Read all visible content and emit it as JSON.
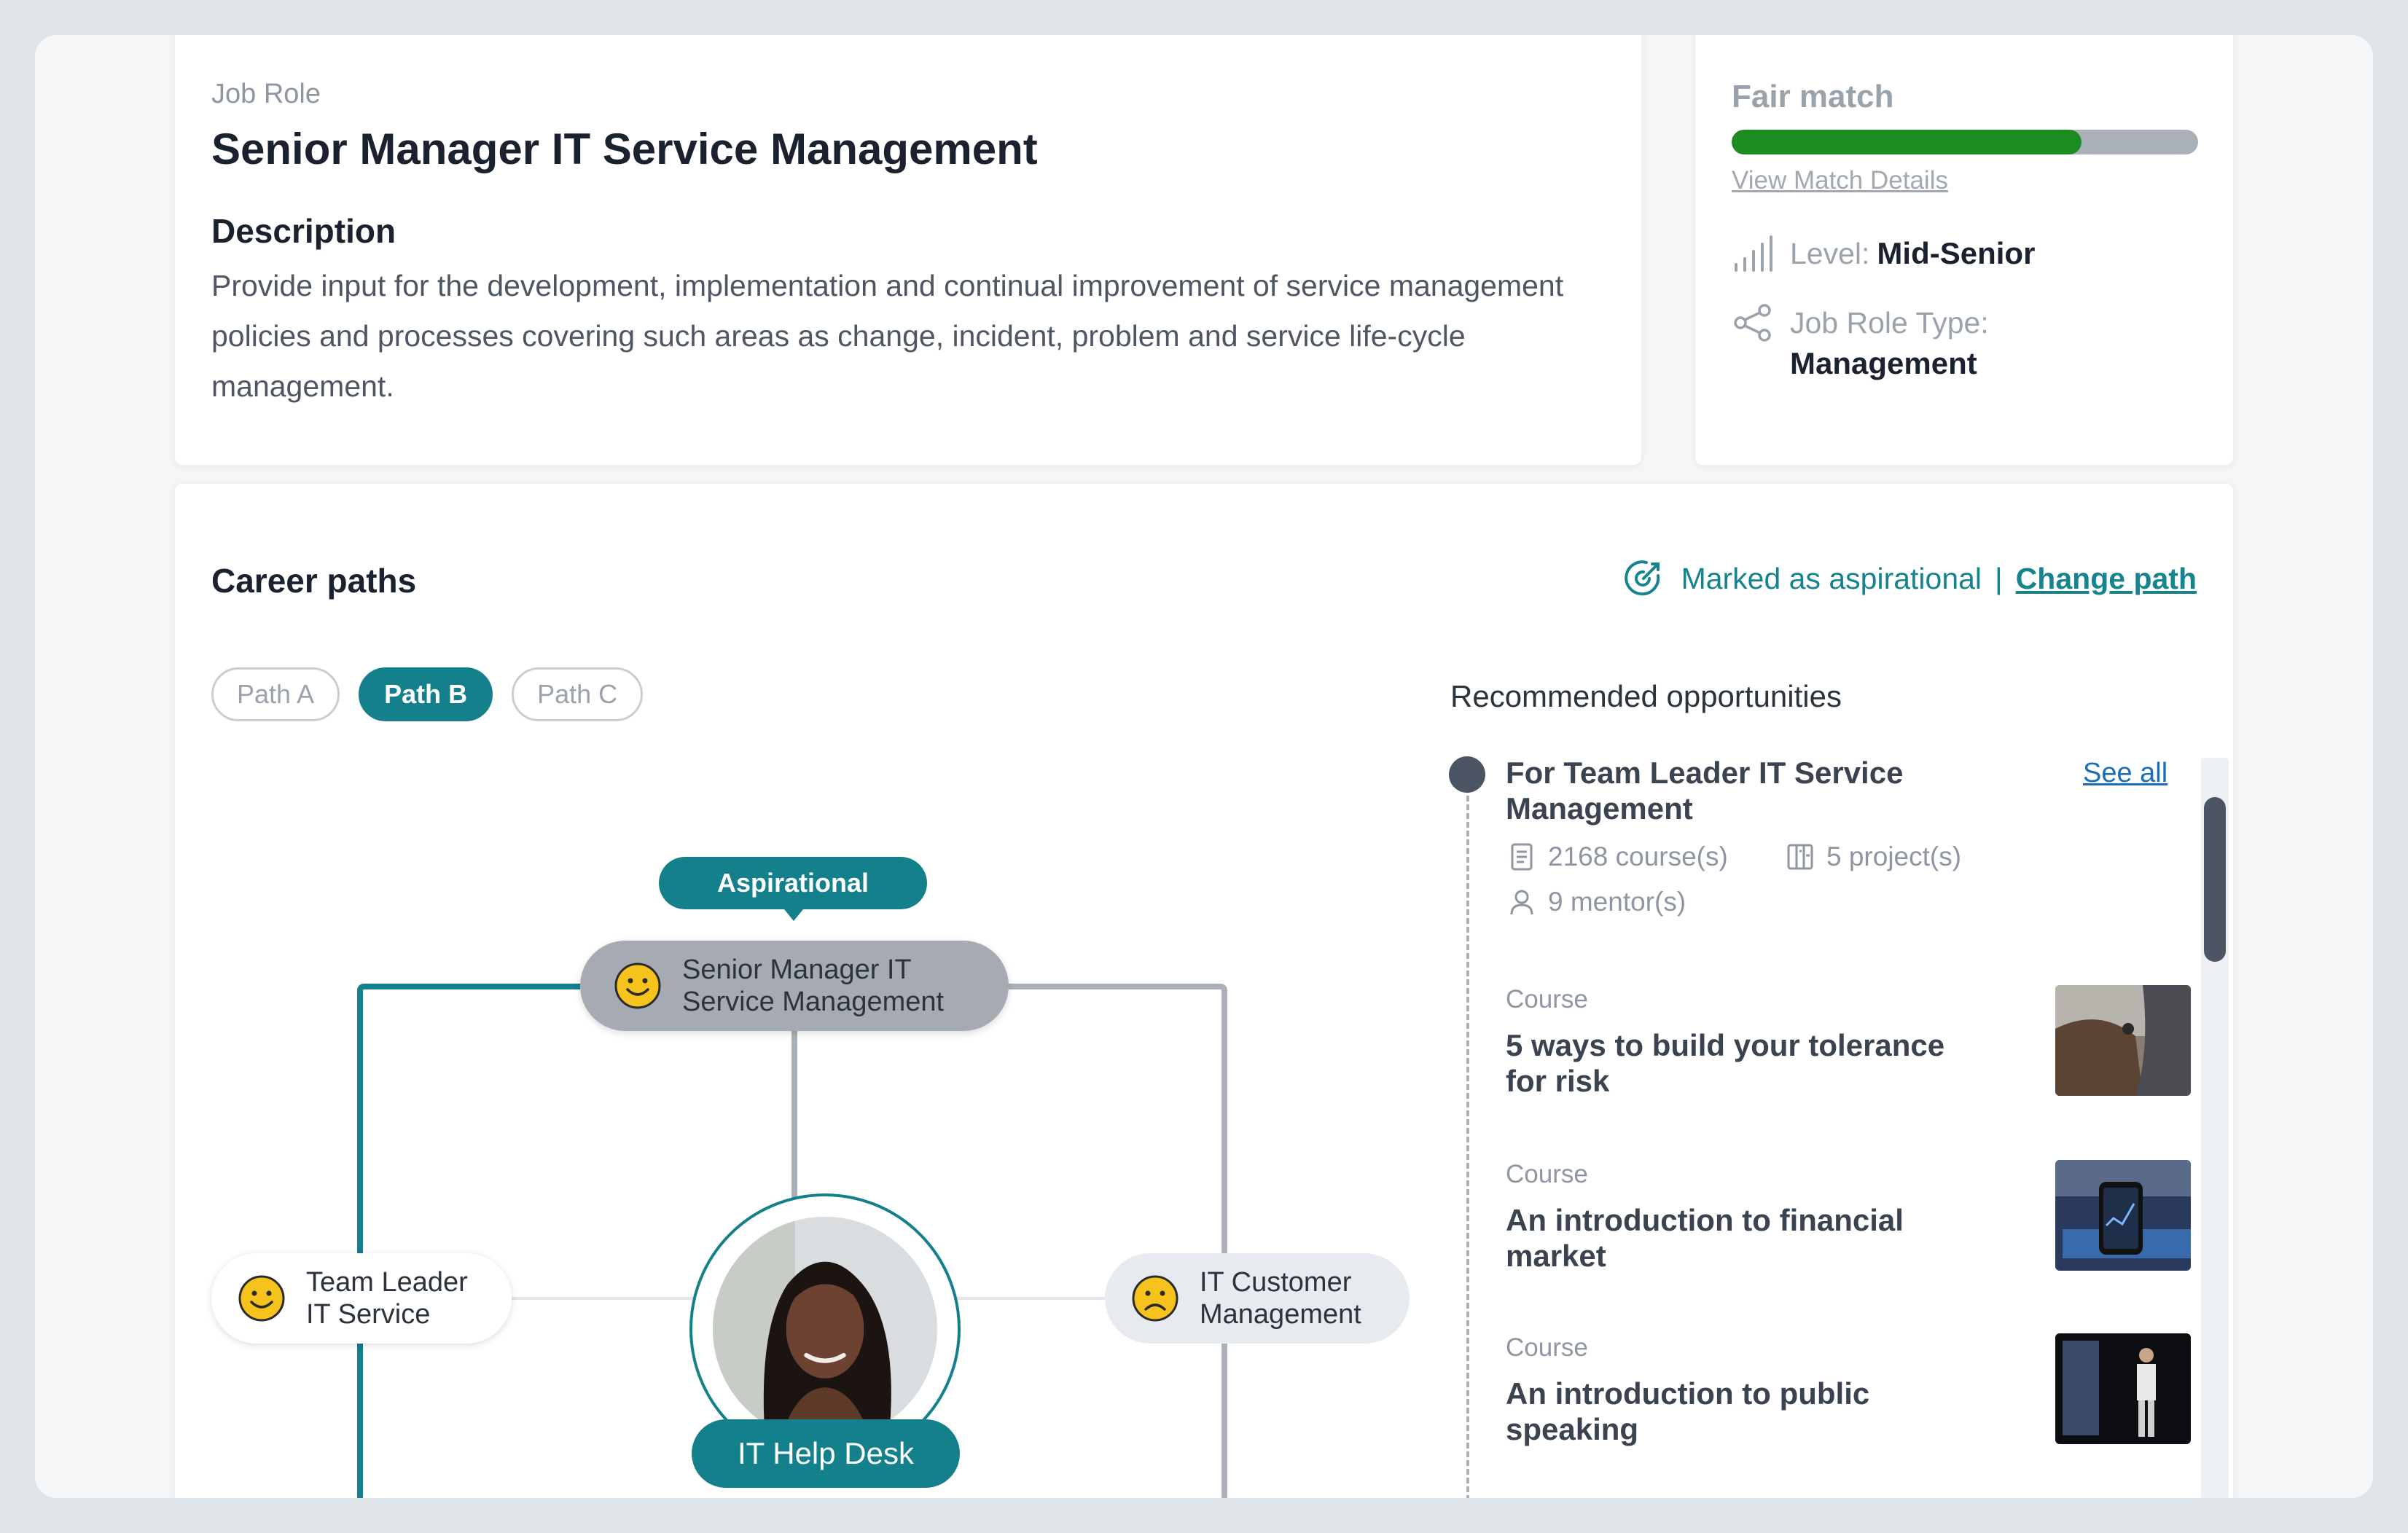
{
  "job": {
    "role_label": "Job Role",
    "title": "Senior Manager IT Service Management",
    "description_heading": "Description",
    "description": "Provide input for the development, implementation and continual improvement of service management policies and processes covering such areas as change, incident, problem and service life-cycle management."
  },
  "match": {
    "title": "Fair match",
    "fill_fraction": 0.75,
    "details_link": "View Match Details",
    "level_label": "Level:",
    "level_value": "Mid-Senior",
    "type_label": "Job Role Type:",
    "type_value": "Management"
  },
  "career": {
    "title": "Career paths",
    "aspirational_status": "Marked as aspirational",
    "separator": "|",
    "change_link": "Change path",
    "paths": [
      "Path A",
      "Path B",
      "Path C"
    ],
    "active_path": "Path B",
    "diagram": {
      "aspirational_tag": "Aspirational",
      "top_node": "Senior Manager IT Service Management",
      "left_node": "Team Leader IT Service",
      "right_node": "IT Customer Management",
      "bottom_node": "IT Help Desk"
    }
  },
  "recommended": {
    "title": "Recommended opportunities",
    "group_title": "For Team Leader IT Service Management",
    "see_all": "See all",
    "courses_count": "2168 course(s)",
    "projects_count": "5 project(s)",
    "mentors_count": "9 mentor(s)",
    "courses": [
      {
        "kind": "Course",
        "title": "5 ways to build your tolerance for risk"
      },
      {
        "kind": "Course",
        "title": "An introduction to financial market"
      },
      {
        "kind": "Course",
        "title": "An introduction to public speaking"
      }
    ]
  },
  "colors": {
    "accent": "#13808c",
    "match_fill": "#1b8c1f",
    "link": "#1b6fb8",
    "smiley": "#f6c21c"
  }
}
